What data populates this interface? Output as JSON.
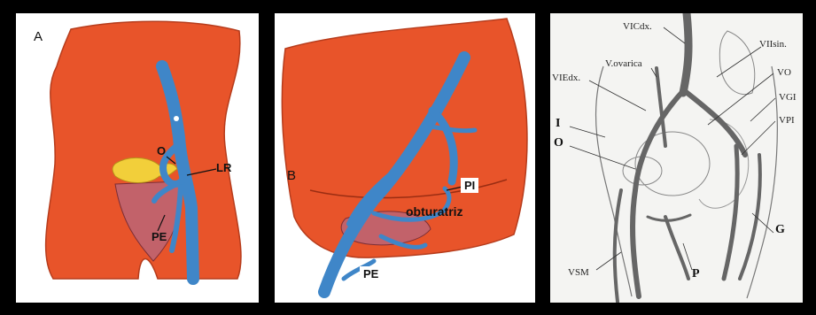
{
  "panel_a": {
    "letter": "A",
    "labels": {
      "o": "O",
      "lr": "LR",
      "pe": "PE"
    }
  },
  "panel_b": {
    "letter": "B",
    "labels": {
      "pi": "PI",
      "obturatriz": "obturatriz",
      "pe": "PE"
    }
  },
  "panel_c": {
    "labels": {
      "vicdx": "VICdx.",
      "viisin": "VIIsin.",
      "vovarica": "V.ovarica",
      "viedx": "VIEdx.",
      "vo": "VO",
      "vgi": "VGI",
      "vpi": "VPI",
      "i": "I",
      "o": "O",
      "g": "G",
      "vsm": "VSM",
      "p": "P"
    }
  },
  "colors": {
    "background": "#000000",
    "body_orange": "#e8542a",
    "vein_blue": "#3f86c8",
    "organ_pink": "#c2626a",
    "ovary_yellow": "#f2cf3a",
    "sketch_grey": "#555555"
  }
}
